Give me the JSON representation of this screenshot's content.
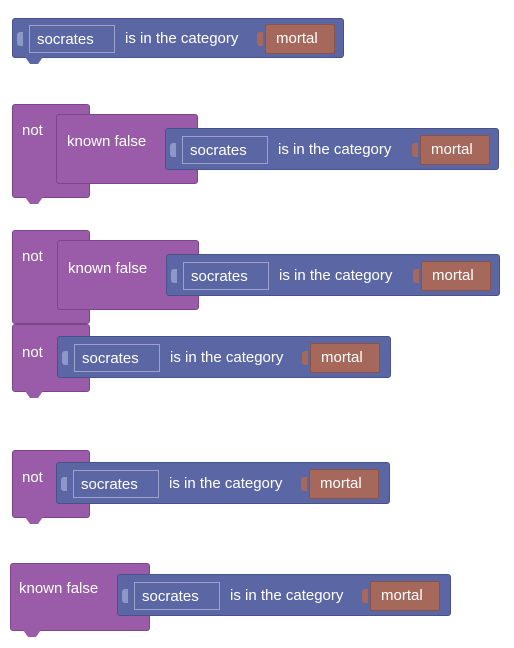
{
  "predicate": {
    "subject": "socrates",
    "relation": "is in the category",
    "category": "mortal"
  },
  "logic": {
    "not_label": "not",
    "known_false_label": "known false"
  },
  "colors": {
    "predicate": "#5b67a5",
    "logic": "#9a5ca8",
    "category": "#a5685a",
    "background": "#ffffff"
  }
}
